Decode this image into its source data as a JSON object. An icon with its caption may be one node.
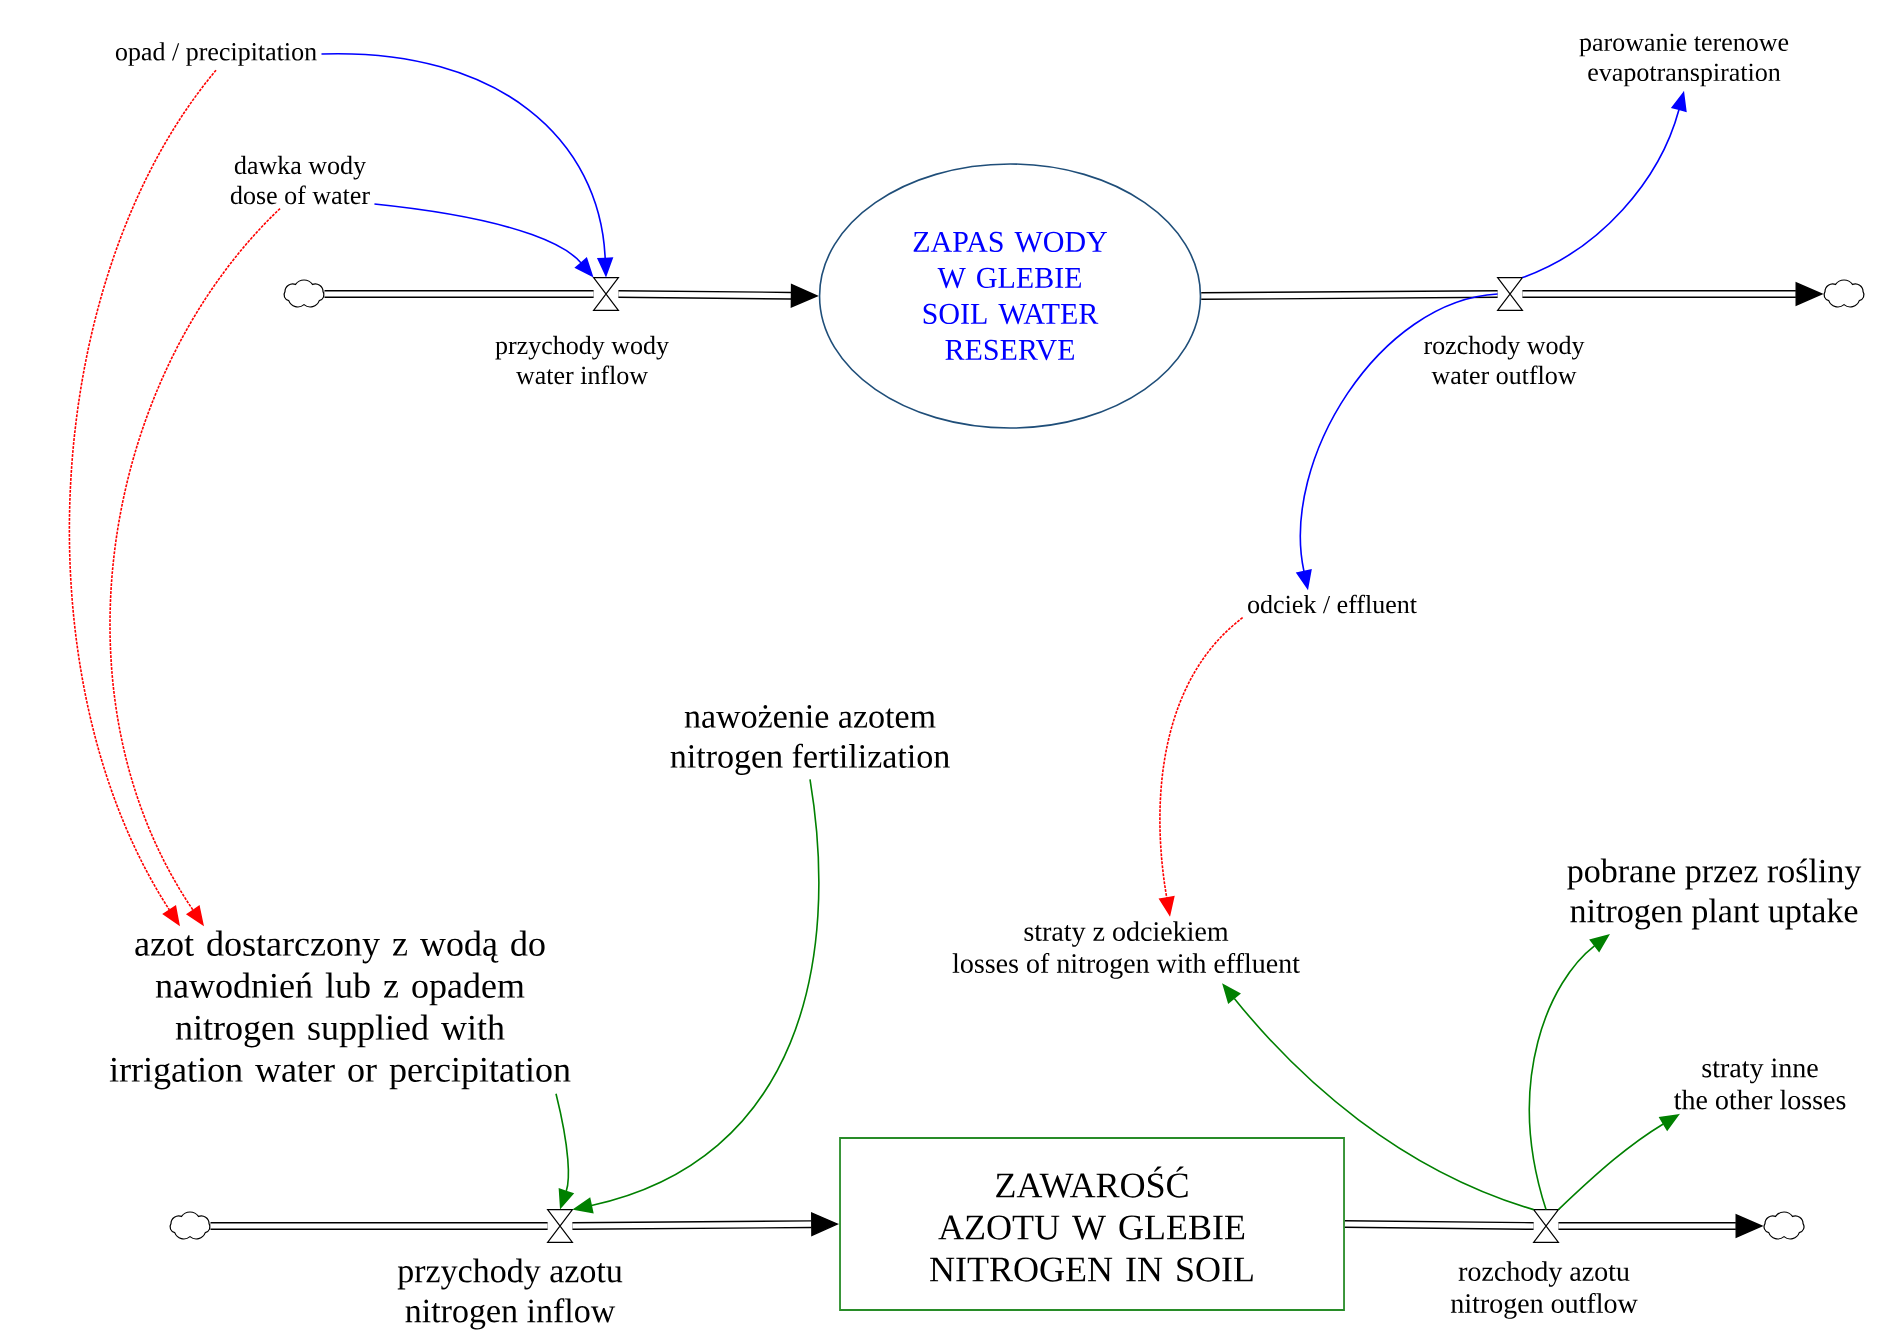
{
  "diagram": {
    "nodes": [
      {
        "text": [],
        "shape": "cloud"
      },
      {
        "text": [
          "przychody wody",
          "water inflow"
        ]
      },
      {
        "text": [
          "ZAPAS WODY W GLEBIE",
          "SOIL WATER RESERVE"
        ]
      },
      {
        "text": [
          "rozchody wody",
          "water outflow"
        ]
      },
      {
        "text": [],
        "shape": "cloud"
      },
      {
        "text": [
          "opad / precipitation"
        ]
      },
      {
        "text": [
          "dawka wody",
          "dose of water"
        ]
      },
      {
        "text": [
          "parowanie terenowe",
          "evapotranspiration"
        ]
      },
      {
        "text": [
          "odciek / effluent"
        ]
      },
      {
        "text": [
          "nawożenie azotem",
          "nitrogen fertilization"
        ]
      },
      {
        "text": [
          "azot dostarczony z wodą do nawodnień lub z opadem",
          "nitrogen supplied with irrigation water or percipitation"
        ]
      },
      {
        "text": [
          "straty z odciekiem",
          "losses of nitrogen with effluent"
        ]
      },
      {
        "text": [
          "pobrane przez rośliny",
          "nitrogen plant uptake"
        ]
      },
      {
        "text": [
          "straty inne",
          "the other losses"
        ]
      },
      {
        "text": [],
        "shape": "cloud"
      },
      {
        "text": [
          "przychody azotu",
          "nitrogen inflow"
        ]
      },
      {
        "text": [
          "ZAWAROŚĆ AZOTU W GLEBIE",
          "NITROGEN IN SOIL"
        ]
      },
      {
        "text": [
          "rozchody azotu",
          "nitrogen outflow"
        ]
      },
      {
        "text": [],
        "shape": "cloud"
      }
    ],
    "edges": [
      {
        "from": 0,
        "to": 1,
        "arrow": "none",
        "style": "thick"
      },
      {
        "from": 1,
        "to": 2,
        "arrow": "to",
        "style": "thick"
      },
      {
        "from": 2,
        "to": 3,
        "arrow": "none",
        "style": "thick"
      },
      {
        "from": 3,
        "to": 4,
        "arrow": "to",
        "style": "thick"
      },
      {
        "from": 14,
        "to": 15,
        "arrow": "none",
        "style": "thick"
      },
      {
        "from": 15,
        "to": 16,
        "arrow": "to",
        "style": "thick"
      },
      {
        "from": 16,
        "to": 17,
        "arrow": "none",
        "style": "thick"
      },
      {
        "from": 17,
        "to": 18,
        "arrow": "to",
        "style": "thick"
      },
      {
        "from": 5,
        "to": 1,
        "arrow": "to",
        "color": "#0000ff"
      },
      {
        "from": 6,
        "to": 1,
        "arrow": "to",
        "color": "#0000ff"
      },
      {
        "from": 3,
        "to": 7,
        "arrow": "to",
        "color": "#0000ff"
      },
      {
        "from": 3,
        "to": 8,
        "arrow": "to",
        "color": "#0000ff"
      },
      {
        "from": 5,
        "to": 10,
        "arrow": "to",
        "style": "dashed",
        "color": "#ff0000"
      },
      {
        "from": 6,
        "to": 10,
        "arrow": "to",
        "style": "dashed",
        "color": "#ff0000"
      },
      {
        "from": 8,
        "to": 11,
        "arrow": "to",
        "style": "dashed",
        "color": "#ff0000"
      },
      {
        "from": 9,
        "to": 15,
        "arrow": "to",
        "color": "#008000"
      },
      {
        "from": 10,
        "to": 15,
        "arrow": "to",
        "color": "#008000"
      },
      {
        "from": 17,
        "to": 11,
        "arrow": "to",
        "color": "#008000"
      },
      {
        "from": 17,
        "to": 12,
        "arrow": "to",
        "color": "#008000"
      },
      {
        "from": 17,
        "to": 13,
        "arrow": "to",
        "color": "#008000"
      }
    ]
  }
}
